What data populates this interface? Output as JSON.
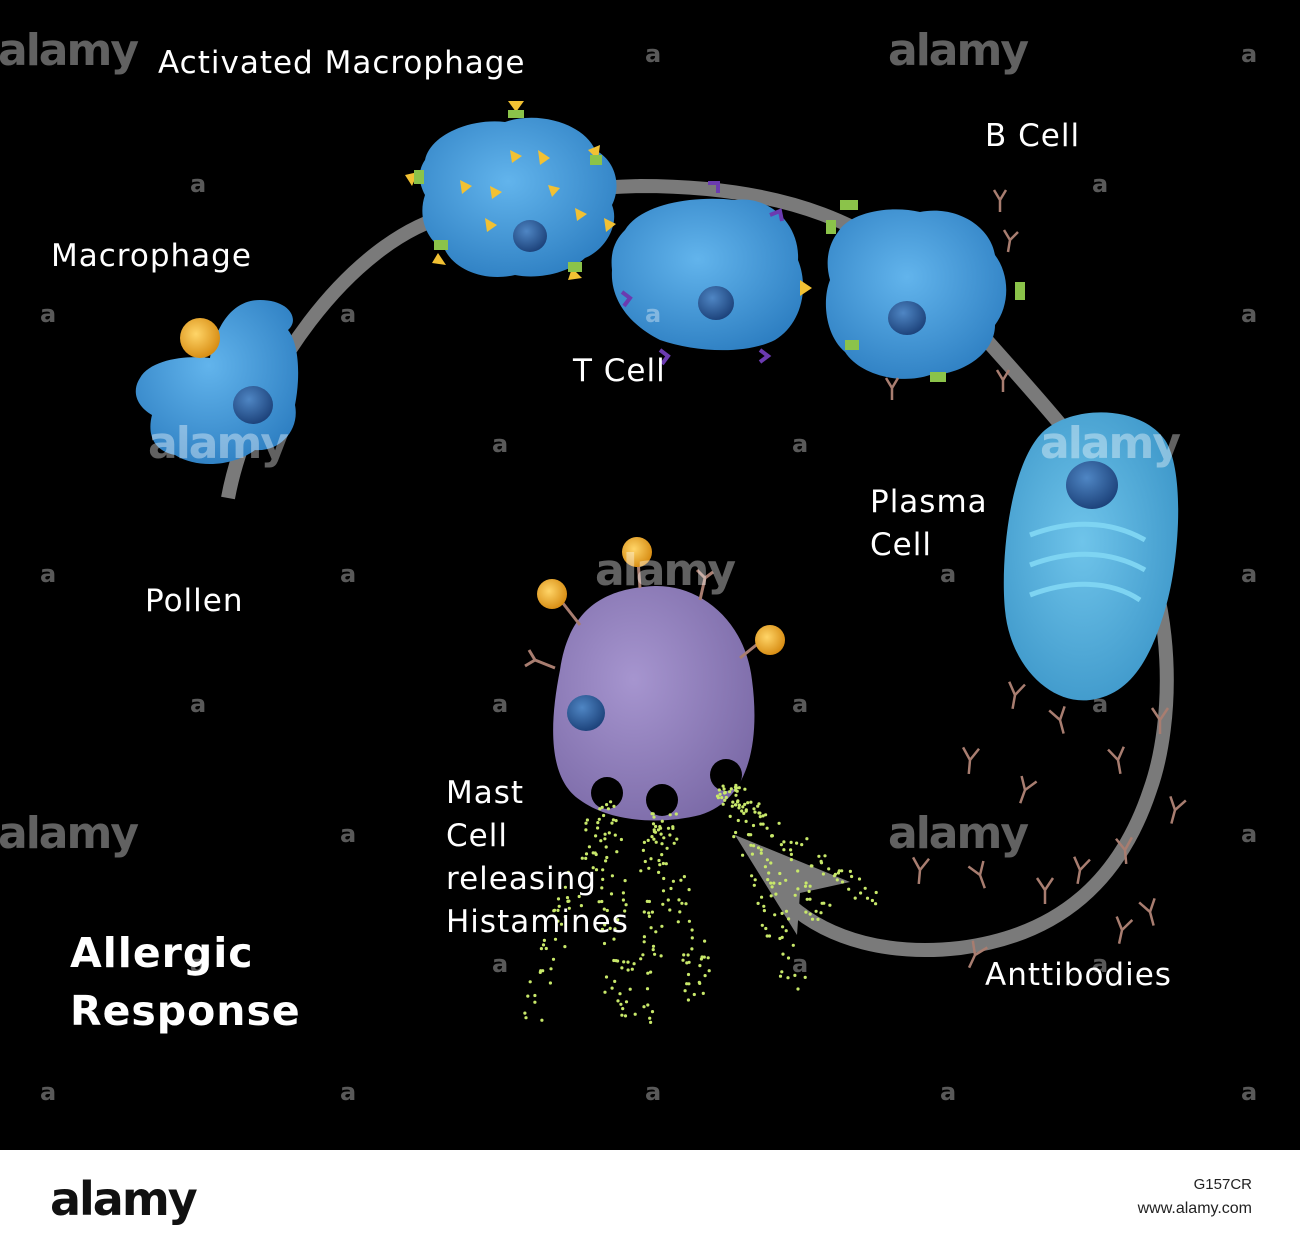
{
  "title": [
    "Allergic",
    "Response"
  ],
  "labels": {
    "activated_macrophage": "Activated Macrophage",
    "b_cell": "B Cell",
    "macrophage": "Macrophage",
    "t_cell": "T Cell",
    "plasma_cell": [
      "Plasma",
      "Cell"
    ],
    "pollen": "Pollen",
    "mast_cell": [
      "Mast",
      "Cell",
      "releasing",
      "Histamines"
    ],
    "antibodies": "Anttibodies"
  },
  "watermark": {
    "brand": "alamy",
    "mark": "a"
  },
  "footer": {
    "logo": "alamy",
    "image_id": "G157CR",
    "site": "www.alamy.com"
  },
  "colors": {
    "background": "#000000",
    "cell_blue": "#3b92d4",
    "plasma_blue": "#4fb0dc",
    "mast_purple": "#9382bd",
    "pollen_orange": "#e8a422",
    "arrow_gray": "#7a7a7a",
    "antibody": "#a87d70",
    "histamine": "#c8e86a"
  }
}
